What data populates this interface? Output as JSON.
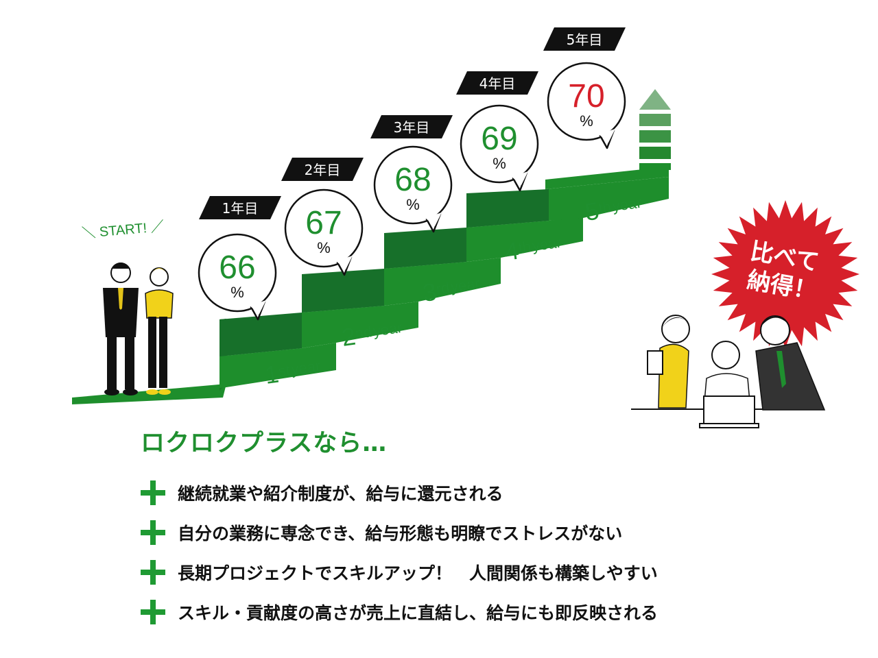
{
  "start_label": "＼ START! ／",
  "steps": [
    {
      "year_tag": "1年目",
      "pct": "66",
      "unit": "%",
      "year_num": "1",
      "year_suffix": "st",
      "year_word": "year",
      "accent": "#1f8f2f"
    },
    {
      "year_tag": "2年目",
      "pct": "67",
      "unit": "%",
      "year_num": "2",
      "year_suffix": "nd",
      "year_word": "year",
      "accent": "#1f8f2f"
    },
    {
      "year_tag": "3年目",
      "pct": "68",
      "unit": "%",
      "year_num": "3",
      "year_suffix": "rd",
      "year_word": "year",
      "accent": "#1f8f2f"
    },
    {
      "year_tag": "4年目",
      "pct": "69",
      "unit": "%",
      "year_num": "4",
      "year_suffix": "th",
      "year_word": "year",
      "accent": "#1f8f2f"
    },
    {
      "year_tag": "5年目",
      "pct": "70",
      "unit": "%",
      "year_num": "5",
      "year_suffix": "th",
      "year_word": "year",
      "accent": "#d6202a"
    }
  ],
  "burst_text": [
    "比べて",
    "納得！"
  ],
  "heading": "ロクロクプラスなら…",
  "benefits": [
    "継続就業や紹介制度が、給与に還元される",
    "自分の業務に専念でき、給与形態も明瞭でストレスがない",
    "長期プロジェクトでスキルアップ！　人間関係も構築しやすい",
    "スキル・貢献度の高さが売上に直結し、給与にも即反映される"
  ],
  "colors": {
    "green": "#1f8f2f",
    "dark_green": "#17702a",
    "light_green": "#5aa05f",
    "red": "#d6202a",
    "black": "#111111",
    "yellow": "#f1d21a"
  }
}
